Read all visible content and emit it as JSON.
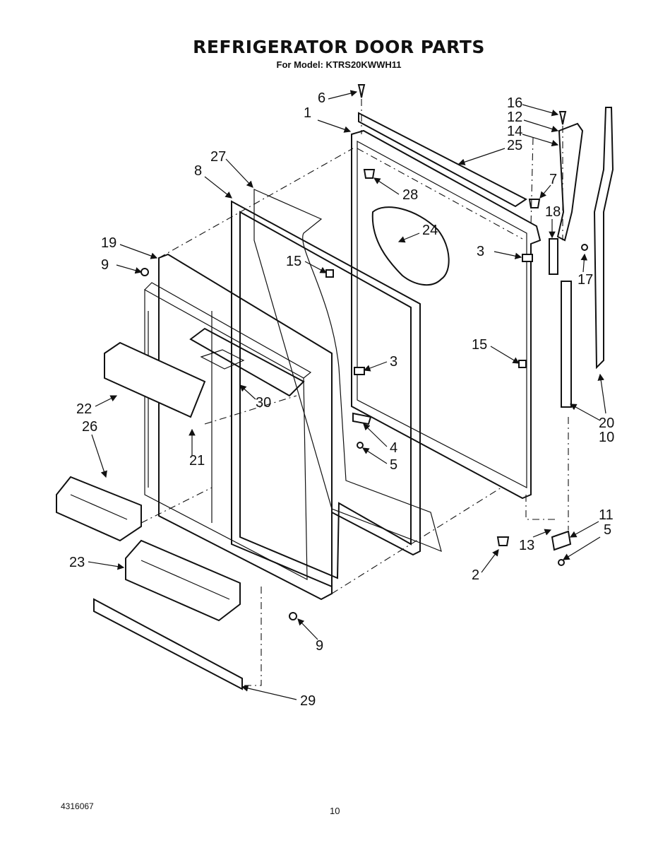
{
  "header": {
    "title": "REFRIGERATOR DOOR PARTS",
    "subtitle": "For Model: KTRS20KWWH11"
  },
  "footer": {
    "doc_number": "4316067",
    "page_number": "10"
  },
  "callouts": [
    "1",
    "2",
    "3",
    "3",
    "4",
    "5",
    "5",
    "6",
    "7",
    "8",
    "9",
    "9",
    "10",
    "11",
    "12",
    "13",
    "14",
    "15",
    "15",
    "16",
    "17",
    "18",
    "19",
    "20",
    "21",
    "22",
    "23",
    "24",
    "25",
    "26",
    "27",
    "28",
    "29",
    "30"
  ]
}
